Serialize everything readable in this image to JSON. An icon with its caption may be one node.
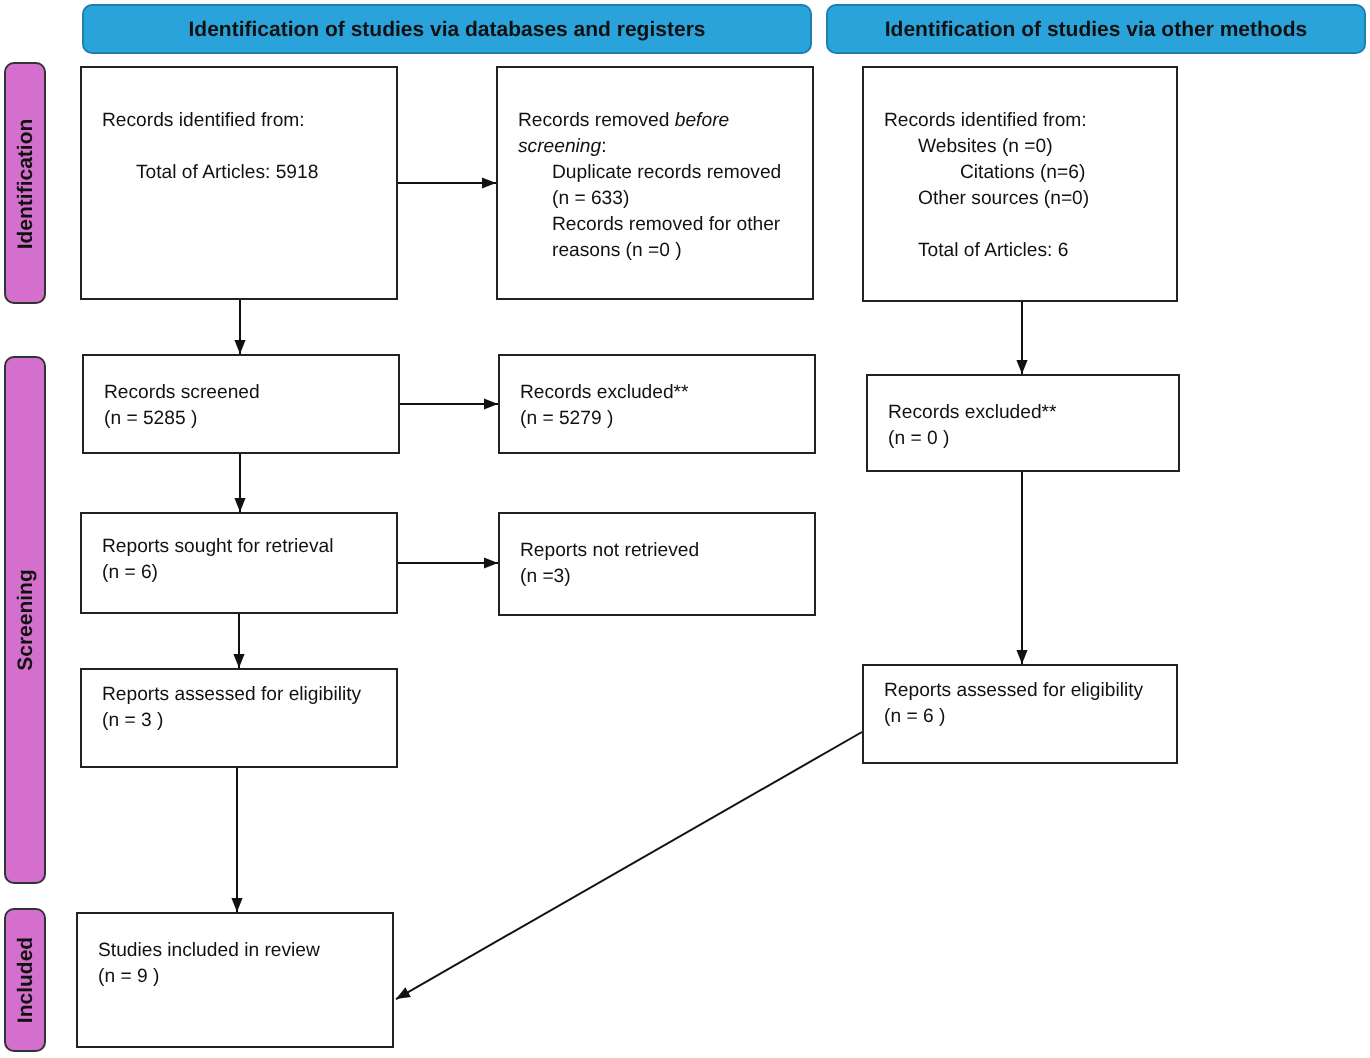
{
  "diagram": {
    "nodes": [
      {
        "text": [
          "Identification of studies via databases and registers"
        ]
      },
      {
        "text": [
          "Identification of studies via other methods"
        ]
      },
      {
        "text": [
          "Identification"
        ]
      },
      {
        "text": [
          "Screening"
        ]
      },
      {
        "text": [
          "Included"
        ]
      },
      {
        "text": [
          "Records identified from:",
          "Total of Articles: 5918"
        ]
      },
      {
        "text": [
          "Records removed *before screening*:",
          "Duplicate records removed (n = 633)",
          "Records removed for other reasons (n =0 )"
        ]
      },
      {
        "text": [
          "Records identified from:",
          "Websites (n =0)",
          "Citations (n=6)",
          "Other sources (n=0)",
          "Total of Articles: 6"
        ]
      },
      {
        "text": [
          "Records screened",
          "(n = 5285 )"
        ]
      },
      {
        "text": [
          "Records excluded**",
          "(n = 5279 )"
        ]
      },
      {
        "text": [
          "Records excluded**",
          "(n = 0 )"
        ]
      },
      {
        "text": [
          "Reports sought for retrieval",
          "(n = 6)"
        ]
      },
      {
        "text": [
          "Reports not retrieved",
          "(n =3)"
        ]
      },
      {
        "text": [
          "Reports assessed for eligibility",
          "(n = 3 )"
        ]
      },
      {
        "text": [
          "Reports assessed for eligibility",
          "(n = 6 )"
        ]
      },
      {
        "text": [
          "Studies included in review",
          "(n = 9 )"
        ]
      }
    ],
    "edges": [
      {
        "from": 5,
        "to": 6,
        "arrow": "to"
      },
      {
        "from": 5,
        "to": 8,
        "arrow": "to"
      },
      {
        "from": 8,
        "to": 9,
        "arrow": "to"
      },
      {
        "from": 8,
        "to": 11,
        "arrow": "to"
      },
      {
        "from": 11,
        "to": 12,
        "arrow": "to"
      },
      {
        "from": 11,
        "to": 13,
        "arrow": "to"
      },
      {
        "from": 13,
        "to": 15,
        "arrow": "to"
      },
      {
        "from": 7,
        "to": 10,
        "arrow": "to"
      },
      {
        "from": 10,
        "to": 14,
        "arrow": "to"
      },
      {
        "from": 14,
        "to": 15,
        "arrow": "to"
      }
    ]
  }
}
